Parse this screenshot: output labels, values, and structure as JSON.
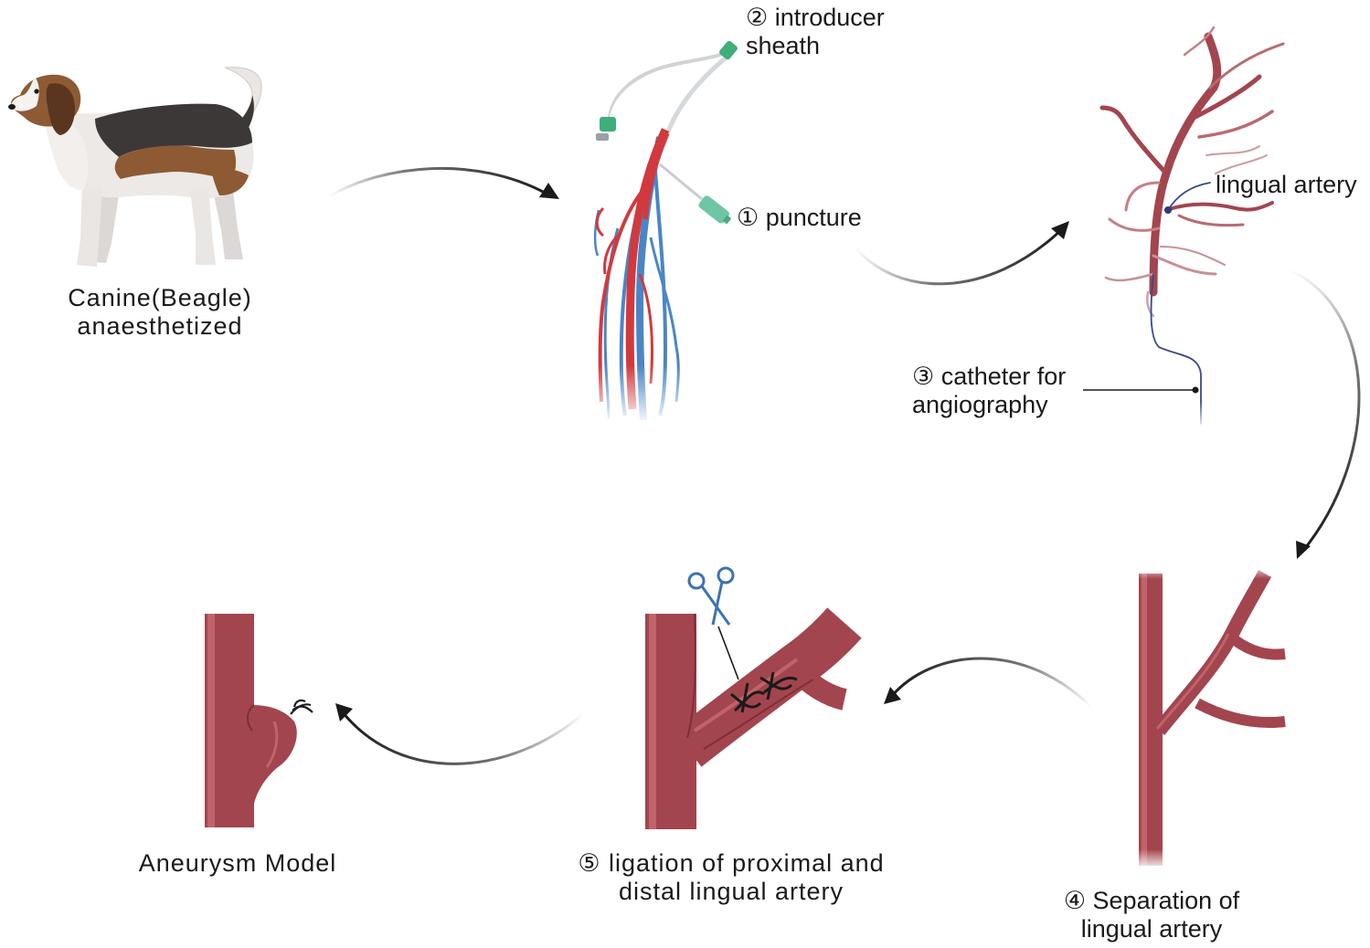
{
  "diagram": {
    "labels": {
      "dog_line1": "Canine(Beagle)",
      "dog_line2": "anaesthetized",
      "sheath_line1": "② introducer",
      "sheath_line2": "sheath",
      "puncture": "① puncture",
      "lingual_artery": "lingual artery",
      "catheter_line1": "③ catheter for",
      "catheter_line2": "angiography",
      "separation_line1": "④ Separation of",
      "separation_line2": "lingual artery",
      "ligation_line1": "⑤ ligation of proximal and",
      "ligation_line2": "distal lingual artery",
      "aneurysm": "Aneurysm Model"
    },
    "colors": {
      "artery": "#a3454e",
      "artery_dark": "#7e2f37",
      "artery_light": "#c0636b",
      "red_vessel": "#d2393f",
      "blue_vessel": "#4a86c5",
      "sheath_green": "#3fae7a",
      "scissors_blue": "#3d73b0",
      "arrow": "#1a1a1a"
    },
    "icons": [
      "beagle-illustration",
      "scissors-icon",
      "suture-knot-icon",
      "syringe-icon"
    ]
  }
}
